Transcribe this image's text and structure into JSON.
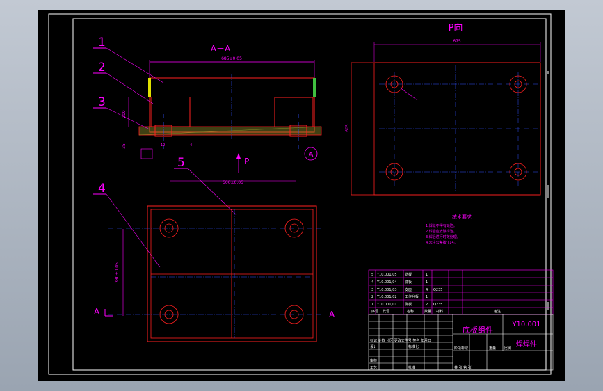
{
  "section_label": "A－A",
  "view_label": "P向",
  "part_numbers": [
    "1",
    "2",
    "3",
    "4",
    "5"
  ],
  "dim_top_width": "685±0.05",
  "dim_height_a": "200",
  "dim_base": "35",
  "dim_p_width": "675",
  "dim_p_height": "605",
  "dim_plan_width": "500±0.05",
  "dim_plan_height": "380±0.05",
  "dim_small_a": "12",
  "dim_small_b": "4",
  "arrow_p": "P",
  "cut_marker": "A",
  "detail_marker": "A",
  "tech_title": "技术要求",
  "tech_notes": [
    "1.焊缝不得有缺陷。",
    "2.焊后应去除焊渣。",
    "3.焊后进行时效处理。",
    "4.未注公差按IT14。"
  ],
  "bom_rows": [
    {
      "idx": "5",
      "code": "Y10.001/05",
      "name": "筋板",
      "qty": "1",
      "mat": ""
    },
    {
      "idx": "4",
      "code": "Y10.001/04",
      "name": "底板",
      "qty": "1",
      "mat": ""
    },
    {
      "idx": "3",
      "code": "Y10.001/03",
      "name": "支座",
      "qty": "4",
      "mat": "Q235"
    },
    {
      "idx": "2",
      "code": "Y10.001/02",
      "name": "工作台板",
      "qty": "1",
      "mat": ""
    },
    {
      "idx": "1",
      "code": "Y10.001/01",
      "name": "侧板",
      "qty": "2",
      "mat": "Q235"
    }
  ],
  "bom_header": {
    "idx": "序号",
    "code": "代号",
    "name": "名称",
    "qty": "数量",
    "mat": "材料",
    "remark": "备注"
  },
  "title_name": "底板组件",
  "drawing_no": "Y10.001",
  "subtitle": "焊焊件",
  "label_design": "设计",
  "label_std": "标准化",
  "label_check": "审核",
  "label_tech": "工艺",
  "label_approve": "批准",
  "label_stage": "阶段标记",
  "label_weight": "重量",
  "label_scale": "比例",
  "label_sheets": "共 张 第 张",
  "rev_header": "标记 处数 分区 更改文件号 签名 年月日",
  "colors": {
    "frame": "#ffffff",
    "red": "#ff2020",
    "magenta": "#ff00ff",
    "blue": "#3050ff",
    "green": "#40c040",
    "yellow": "#e0e000",
    "hatch": "#a0a030"
  }
}
